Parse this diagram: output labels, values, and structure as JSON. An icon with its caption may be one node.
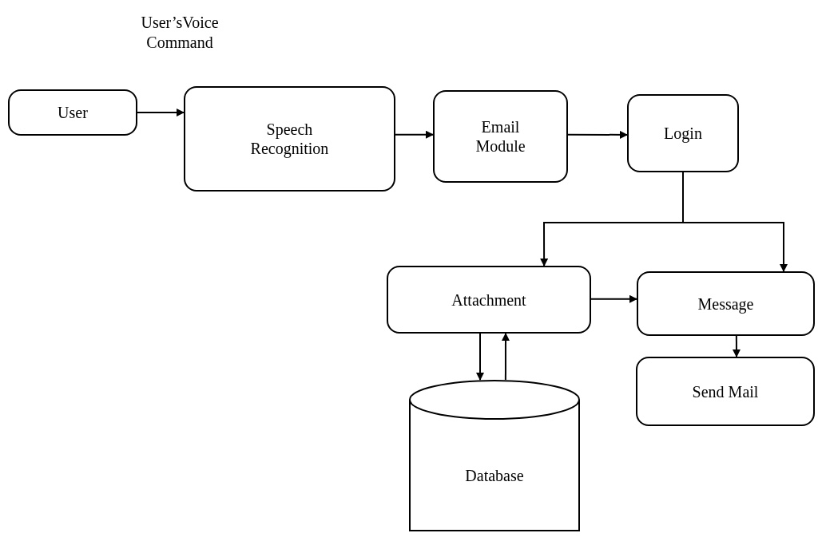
{
  "diagram": {
    "nodes": [
      {
        "text": [
          "User"
        ]
      },
      {
        "text": [
          "Speech Recognition"
        ]
      },
      {
        "text": [
          "Email Module"
        ]
      },
      {
        "text": [
          "Login"
        ]
      },
      {
        "text": [
          "Attachment"
        ]
      },
      {
        "text": [
          "Message"
        ]
      },
      {
        "text": [
          "Send Mail"
        ]
      },
      {
        "text": [
          "Database"
        ]
      }
    ],
    "edges": [
      {
        "from": 0,
        "to": 1,
        "arrow": "to",
        "label": "User’sVoice Command"
      },
      {
        "from": 1,
        "to": 2,
        "arrow": "to"
      },
      {
        "from": 2,
        "to": 3,
        "arrow": "to"
      },
      {
        "from": 3,
        "to": 4,
        "arrow": "to"
      },
      {
        "from": 3,
        "to": 5,
        "arrow": "to"
      },
      {
        "from": 4,
        "to": 5,
        "arrow": "to"
      },
      {
        "from": 4,
        "to": 7,
        "arrow": "to"
      },
      {
        "from": 7,
        "to": 4,
        "arrow": "to"
      },
      {
        "from": 5,
        "to": 6,
        "arrow": "to"
      }
    ]
  }
}
